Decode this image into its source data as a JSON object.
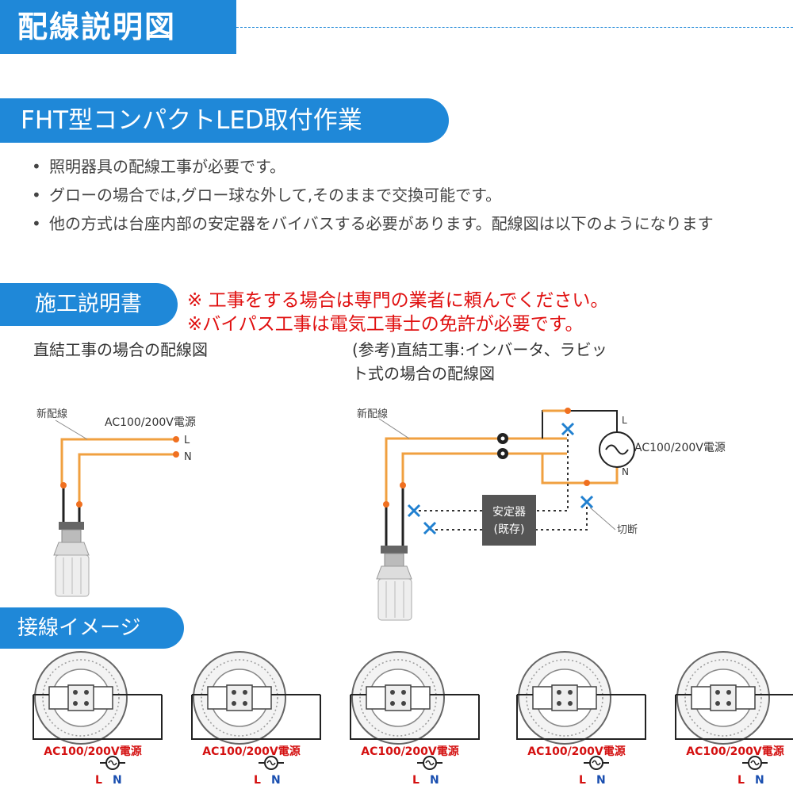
{
  "header": {
    "title": "配線説明図"
  },
  "section_install": {
    "title": "FHT型コンパクトLED取付作業",
    "bullets": [
      "照明器具の配線工事が必要です。",
      "グローの場合では,グロー球な外して,そのままで交換可能です。",
      "他の方式は台座内部の安定器をバイバスする必要があります。配線図は以下のようになります"
    ]
  },
  "section_manual": {
    "title": "施工説明書",
    "warnings": [
      "※ 工事をする場合は専門の業者に頼んでください。",
      "※バイパス工事は電気工事士の免許が必要です。"
    ],
    "diagram_left": {
      "caption": "直結工事の場合の配線図",
      "new_wire": "新配線",
      "power": "AC100/200V電源",
      "terminal_l": "L",
      "terminal_n": "N"
    },
    "diagram_right": {
      "caption_line1": "(参考)直結工事:インバータ、ラビッ",
      "caption_line2": "ト式の場合の配線図",
      "new_wire": "新配線",
      "power": "AC100/200V電源",
      "terminal_l": "L",
      "terminal_n": "N",
      "ballast_line1": "安定器",
      "ballast_line2": "(既存)",
      "cut": "切断"
    }
  },
  "section_connection": {
    "title": "接線イメージ",
    "panels": [
      {
        "power": "AC100/200V電源",
        "l": "L",
        "n": "N"
      },
      {
        "power": "AC100/200V電源",
        "l": "L",
        "n": "N"
      },
      {
        "power": "AC100/200V電源",
        "l": "L",
        "n": "N"
      },
      {
        "power": "AC100/200V電源",
        "l": "L",
        "n": "N"
      },
      {
        "power": "AC100/200V電源",
        "l": "L",
        "n": "N"
      }
    ]
  },
  "colors": {
    "accent": "#1f88d8",
    "warning": "#e01010",
    "wire": "#f0a040",
    "mark": "#2080d0"
  }
}
